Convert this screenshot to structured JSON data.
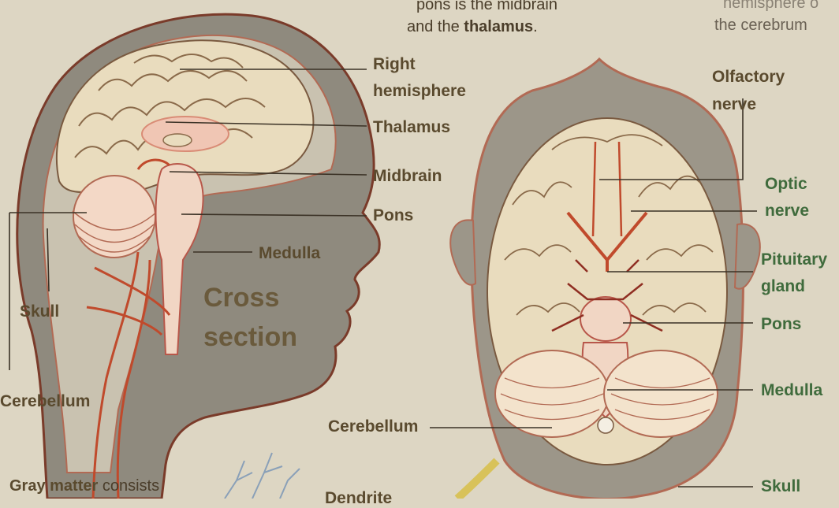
{
  "intro": {
    "line1": "pons is the midbrain",
    "line2_pre": "and the",
    "line2_bold": "thalamus",
    "line2_post": ".",
    "corner_top": "hemisphere o",
    "corner_bottom": "the cerebrum"
  },
  "side_view": {
    "title_line1": "Cross",
    "title_line2": "section",
    "labels": {
      "right_hemisphere_1": "Right",
      "right_hemisphere_2": "hemisphere",
      "thalamus": "Thalamus",
      "midbrain": "Midbrain",
      "pons": "Pons",
      "medulla": "Medulla",
      "skull": "Skull",
      "cerebellum": "Cerebellum"
    }
  },
  "bottom_view": {
    "labels": {
      "olfactory_1": "Olfactory",
      "olfactory_2": "nerve",
      "optic_1": "Optic",
      "optic_2": "nerve",
      "pituitary_1": "Pituitary",
      "pituitary_2": "gland",
      "pons": "Pons",
      "medulla": "Medulla",
      "cerebellum": "Cerebellum",
      "skull": "Skull"
    }
  },
  "footer": {
    "gray_bold": "Gray matter",
    "gray_rest": "consists",
    "dendrite": "Dendrite"
  },
  "colors": {
    "background": "#ddd6c3",
    "skin": "#9c9689",
    "brain": "#e9dcbe",
    "vessel": "#c04a2c",
    "label_green": "#3f6b3c",
    "label_brown": "#5a4a2e"
  }
}
